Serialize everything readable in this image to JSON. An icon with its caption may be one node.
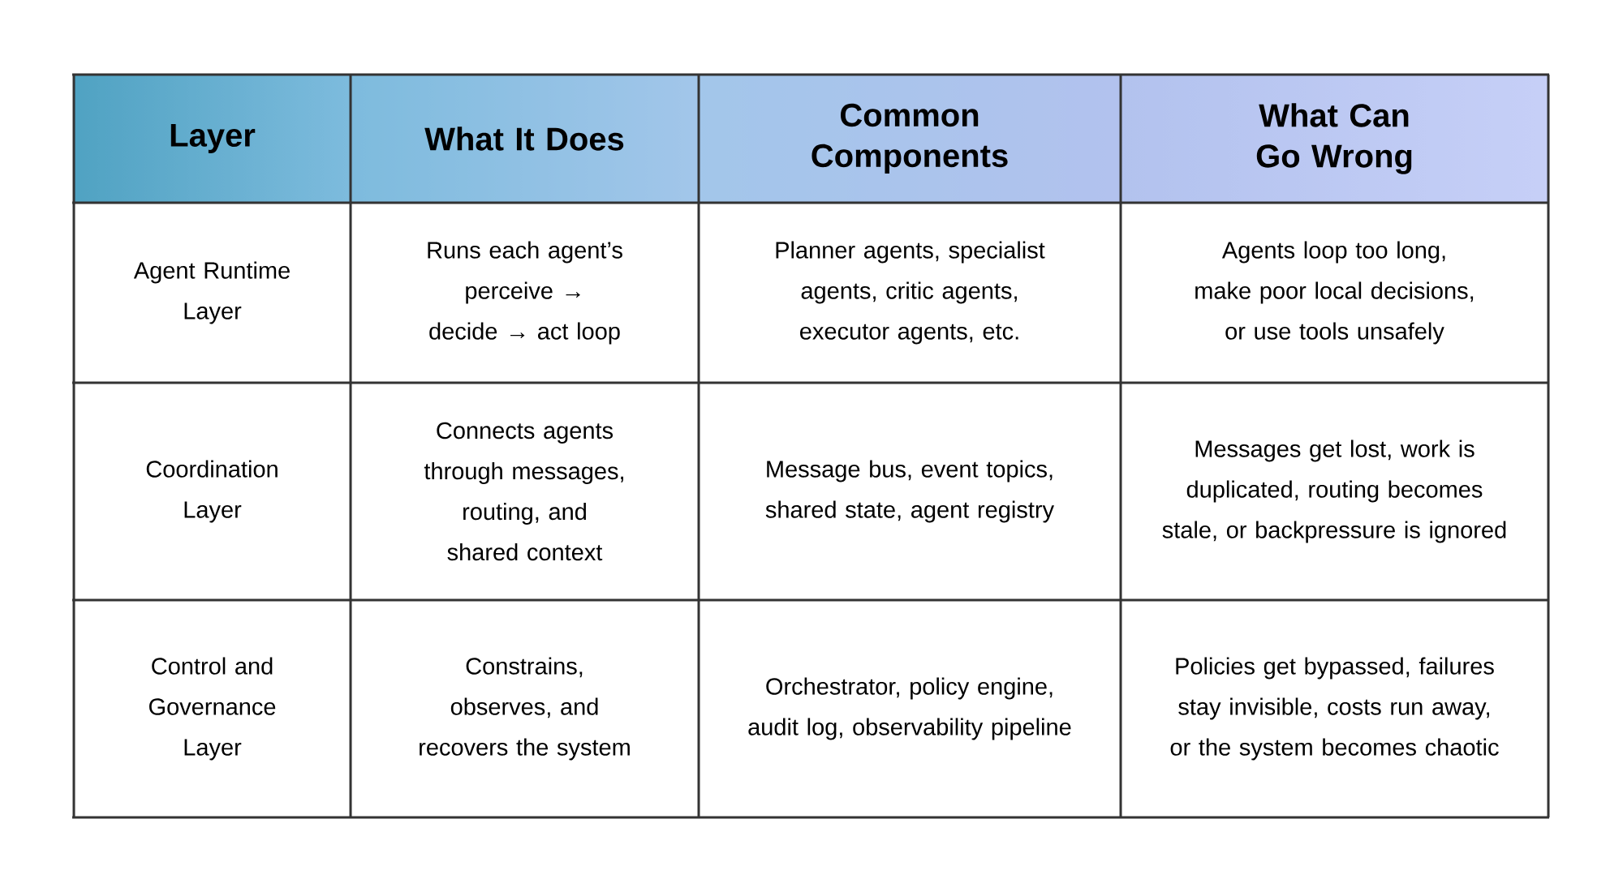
{
  "diagram": {
    "labels": [
      "Layer",
      "What It Does",
      "Common Components",
      "What Can Go Wrong",
      "Agent Runtime Layer",
      "Runs each agent’s perceive → decide → act loop",
      "Planner agents, specialist agents, critic agents, executor agents, etc.",
      "Agents loop too long, make poor local decisions, or use tools unsafely",
      "Coordination Layer",
      "Connects agents through messages, routing, and shared context",
      "Message bus, event topics, shared state, agent registry",
      "Messages get lost, work is duplicated, routing becomes stale, or backpressure is ignored",
      "Control and Governance Layer",
      "Constrains, observes, and recovers the system",
      "Orchestrator, policy engine, audit log, observability pipeline",
      "Policies get bypassed, failures stay invisible, costs run away, or the system becomes chaotic"
    ]
  }
}
